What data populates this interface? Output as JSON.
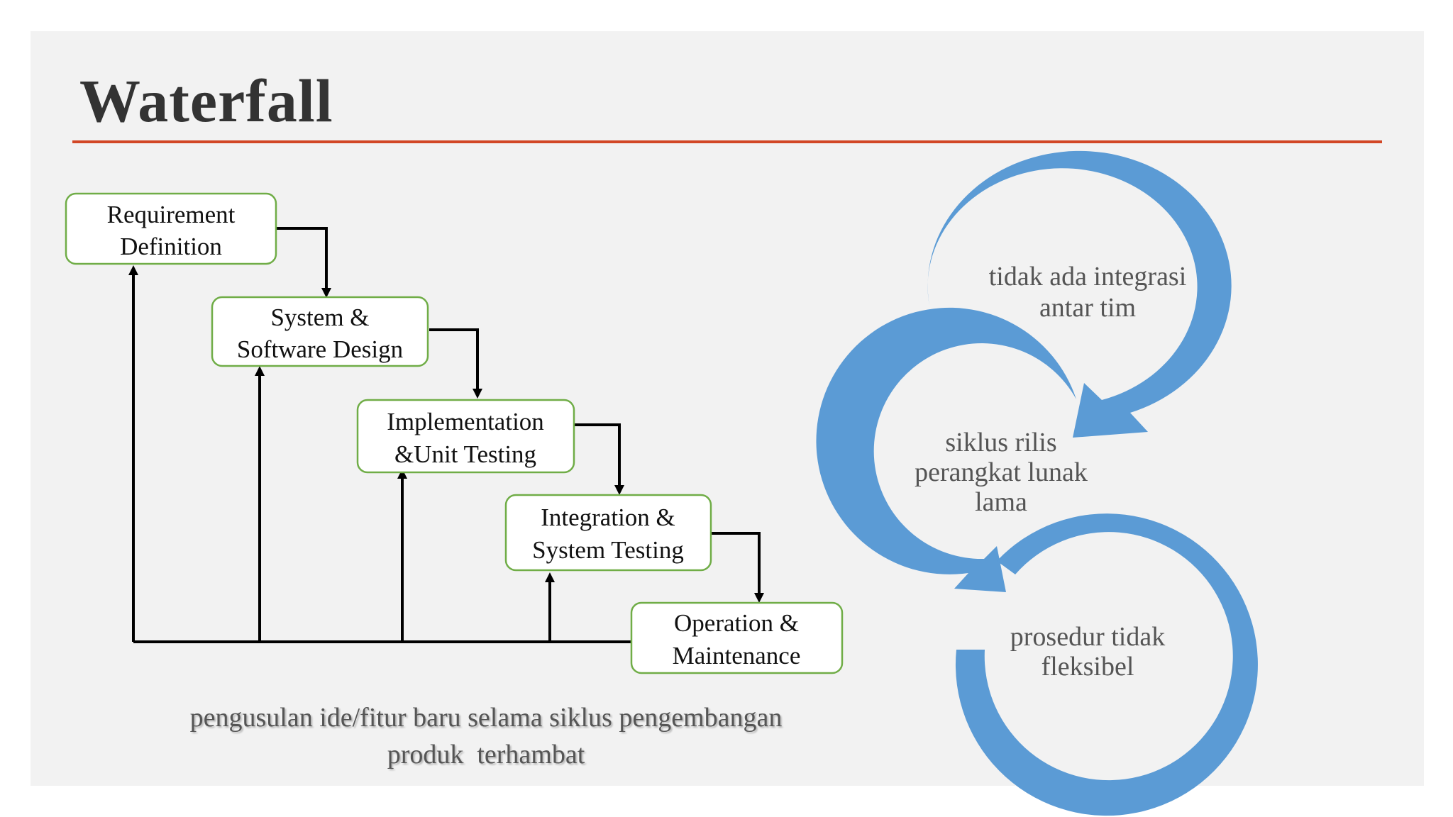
{
  "slide": {
    "title": "Waterfall",
    "accent_color": "#d24726",
    "background_color": "#f2f2f2"
  },
  "waterfall": {
    "box_border_color": "#70ad47",
    "steps": [
      {
        "line1": "Requirement",
        "line2": "Definition"
      },
      {
        "line1": "System &",
        "line2": "Software Design"
      },
      {
        "line1": "Implementation",
        "line2": "&Unit Testing"
      },
      {
        "line1": "Integration &",
        "line2": "System Testing"
      },
      {
        "line1": "Operation &",
        "line2": "Maintenance"
      }
    ]
  },
  "cycle": {
    "arrow_color": "#5b9bd5",
    "items": [
      {
        "lines": [
          "tidak ada integrasi",
          "antar tim"
        ]
      },
      {
        "lines": [
          "siklus rilis",
          "perangkat lunak",
          "lama"
        ]
      },
      {
        "lines": [
          "prosedur tidak",
          "fleksibel"
        ]
      }
    ]
  },
  "caption": {
    "line1": "pengusulan ide/fitur baru selama siklus pengembangan",
    "line2": "produk  terhambat"
  }
}
